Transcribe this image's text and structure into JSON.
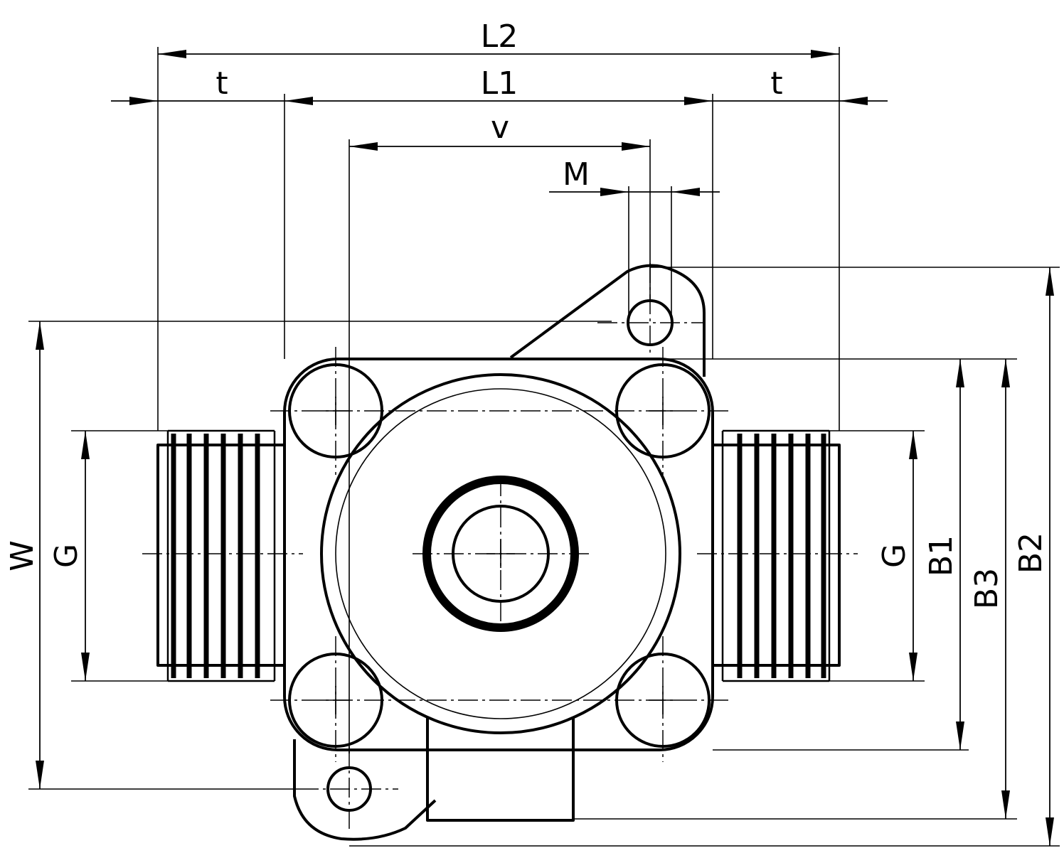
{
  "labels": {
    "L2": "L2",
    "L1": "L1",
    "t_left": "t",
    "t_right": "t",
    "v": "v",
    "M": "M",
    "W": "W",
    "G_left": "G",
    "G_right": "G",
    "B1": "B1",
    "B3": "B3",
    "B2": "B2"
  }
}
